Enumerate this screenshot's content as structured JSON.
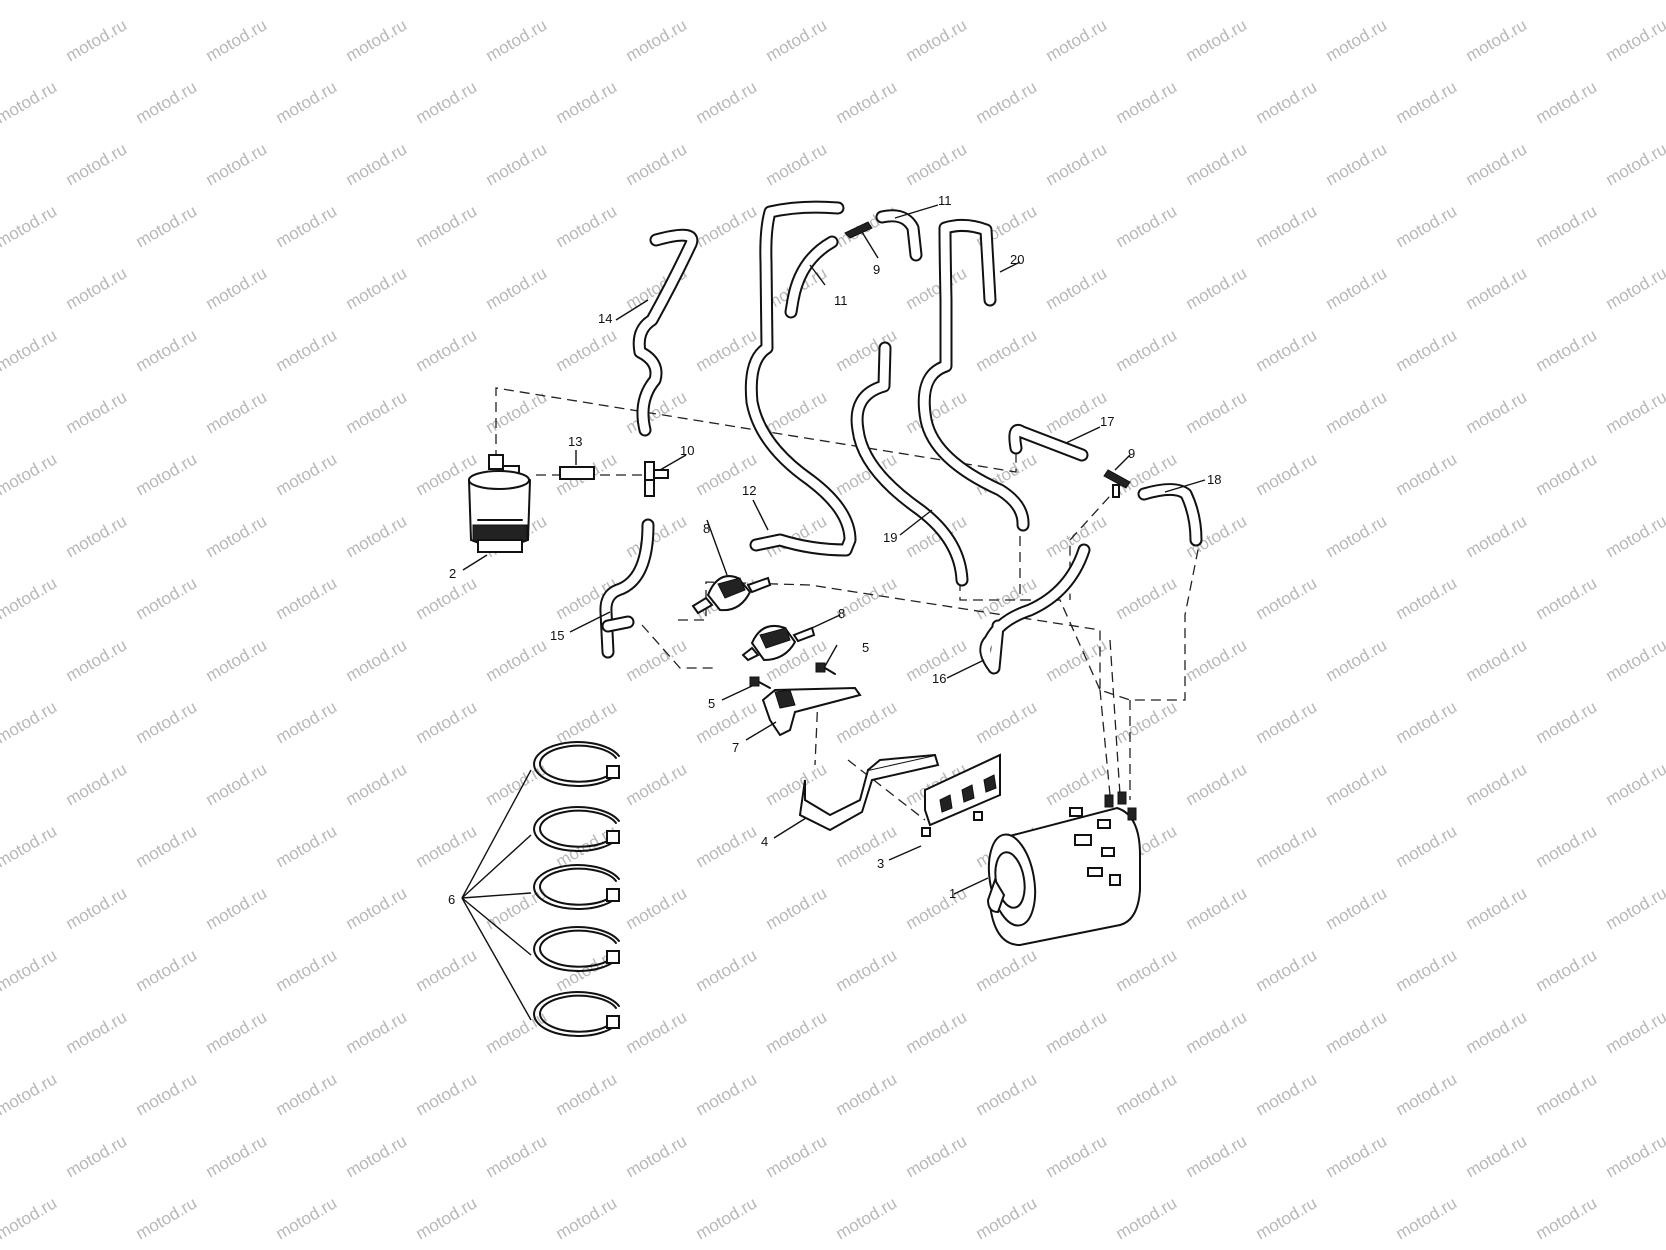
{
  "watermark": {
    "text": "motod.ru"
  },
  "callouts": {
    "c1": "1",
    "c2": "2",
    "c3": "3",
    "c4": "4",
    "c5a": "5",
    "c5b": "5",
    "c6": "6",
    "c7": "7",
    "c8a": "8",
    "c8b": "8",
    "c9a": "9",
    "c9b": "9",
    "c10": "10",
    "c11a": "11",
    "c11b": "11",
    "c12": "12",
    "c13": "13",
    "c14": "14",
    "c15": "15",
    "c16": "16",
    "c17": "17",
    "c18": "18",
    "c19": "19",
    "c20": "20"
  }
}
